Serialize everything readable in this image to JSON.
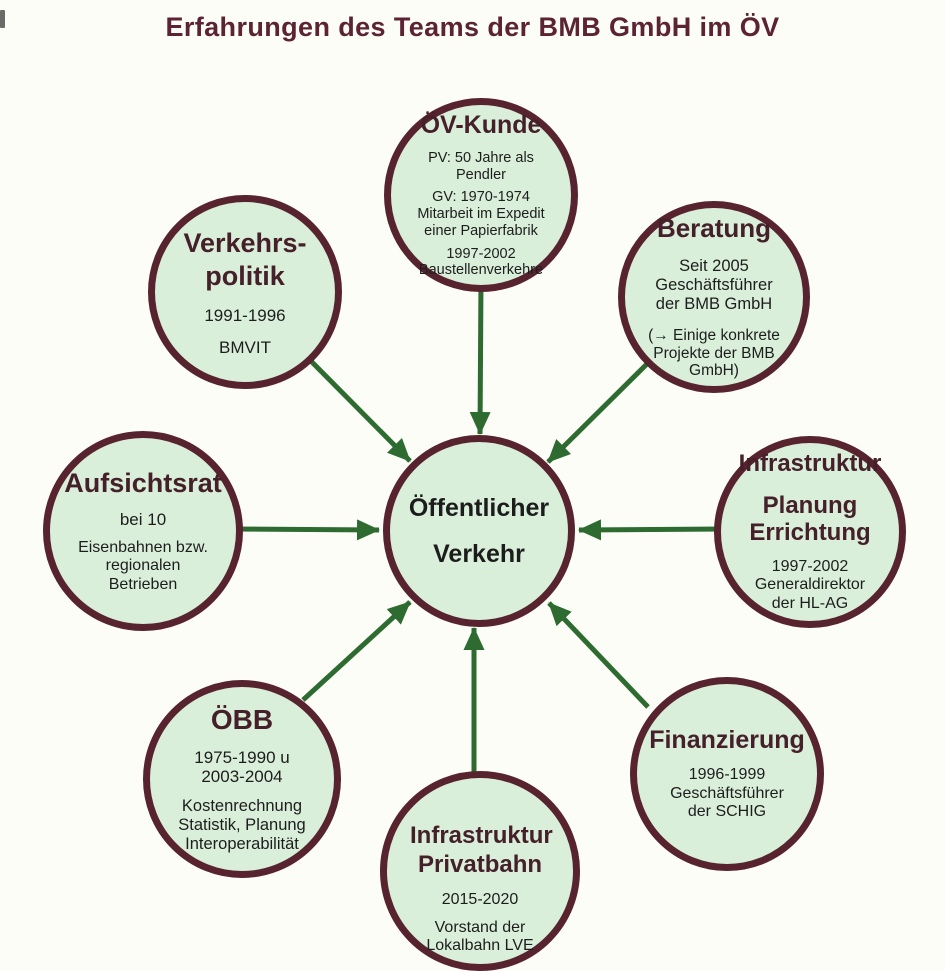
{
  "page": {
    "title": "Erfahrungen des Teams der BMB GmbH im ÖV"
  },
  "colors": {
    "title": "#5b2333",
    "border": "#56232e",
    "fill": "#d9efda",
    "node-title": "#45202a",
    "arrow": "#2d6b31"
  },
  "center": {
    "title": "Öffentlicher Verkehr"
  },
  "nodes": [
    {
      "id": "oev-kunde",
      "title": "ÖV-Kunde",
      "paragraphs": [
        "PV: 50 Jahre als Pendler",
        "GV: 1970-1974 Mitarbeit im Expedit einer Papierfabrik",
        "1997-2002 Baustellenverkehre"
      ]
    },
    {
      "id": "verkehrspolitik",
      "title": "Verkehrs-politik",
      "paragraphs": [
        "1991-1996",
        "BMVIT"
      ]
    },
    {
      "id": "beratung",
      "title": "Beratung",
      "paragraphs": [
        "Seit 2005 Geschäftsführer der BMB GmbH",
        "(→ Einige konkrete Projekte der BMB GmbH)"
      ]
    },
    {
      "id": "aufsichtsrat",
      "title": "Aufsichtsrat",
      "paragraphs": [
        "bei 10",
        "Eisenbahnen bzw. regionalen Betrieben"
      ]
    },
    {
      "id": "infrastruktur-planung-errichtung",
      "title": "Infrastruktur",
      "subtitle": "Planung Errichtung",
      "paragraphs": [
        "1997-2002 Generaldirektor der HL-AG"
      ]
    },
    {
      "id": "oebb",
      "title": "ÖBB",
      "paragraphs": [
        "1975-1990 u 2003-2004",
        "Kostenrechnung Statistik, Planung Interoperabilität"
      ]
    },
    {
      "id": "infrastruktur-privatbahn",
      "title": "Infrastruktur Privatbahn",
      "paragraphs": [
        "2015-2020",
        "Vorstand der Lokalbahn LVE"
      ]
    },
    {
      "id": "finanzierung",
      "title": "Finanzierung",
      "paragraphs": [
        "1996-1999 Geschäftsführer der SCHIG"
      ]
    }
  ]
}
